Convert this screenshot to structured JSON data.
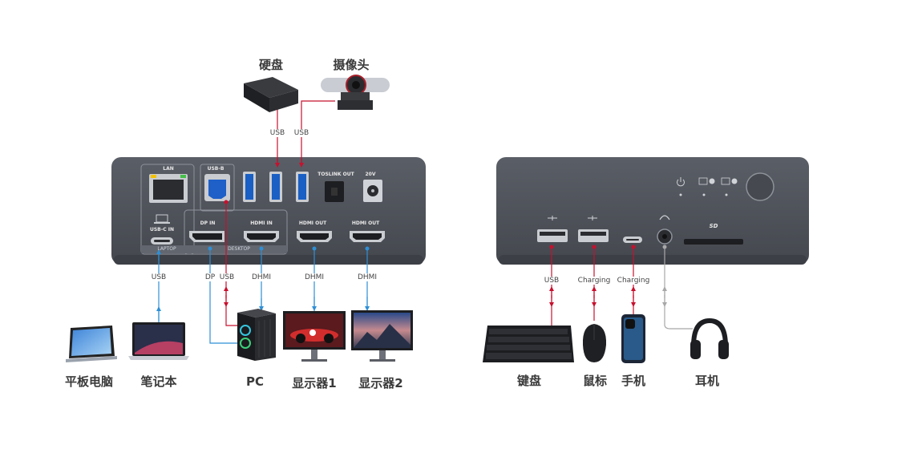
{
  "devices": {
    "hdd": "硬盘",
    "camera": "摄像头",
    "tablet": "平板电脑",
    "laptop": "笔记本",
    "pc": "PC",
    "monitor1": "显示器1",
    "monitor2": "显示器2",
    "keyboard": "键盘",
    "mouse": "鼠标",
    "phone": "手机",
    "headphones": "耳机"
  },
  "wires": {
    "hdd_usb": "USB",
    "cam_usb": "USB",
    "laptop_usb": "USB",
    "pc_dp": "DP",
    "pc_usb": "USB",
    "pc_hdmi": "DHMI",
    "mon1_hdmi": "DHMI",
    "mon2_hdmi": "DHMI",
    "kb_usb": "USB",
    "mouse_charging": "Charging",
    "phone_charging": "Charging"
  },
  "ports_back": {
    "lan": "LAN",
    "usb_b": "USB-B",
    "usb_c_in": "USB-C IN",
    "dp_in": "DP IN",
    "hdmi_in": "HDMI IN",
    "hdmi_out1": "HDMI OUT",
    "hdmi_out2": "HDMI OUT",
    "toslink": "TOSLINK OUT",
    "power": "20V",
    "laptop_group": "LAPTOP",
    "desktop_group": "DESKTOP"
  },
  "ports_front": {
    "sd": "SD"
  },
  "colors": {
    "usb_line": "#c8102e",
    "video_line": "#2e8fd6",
    "audio_line": "#a8a8a8",
    "dock_body": "#4d5159",
    "usb3_blue": "#1a5fc4"
  }
}
